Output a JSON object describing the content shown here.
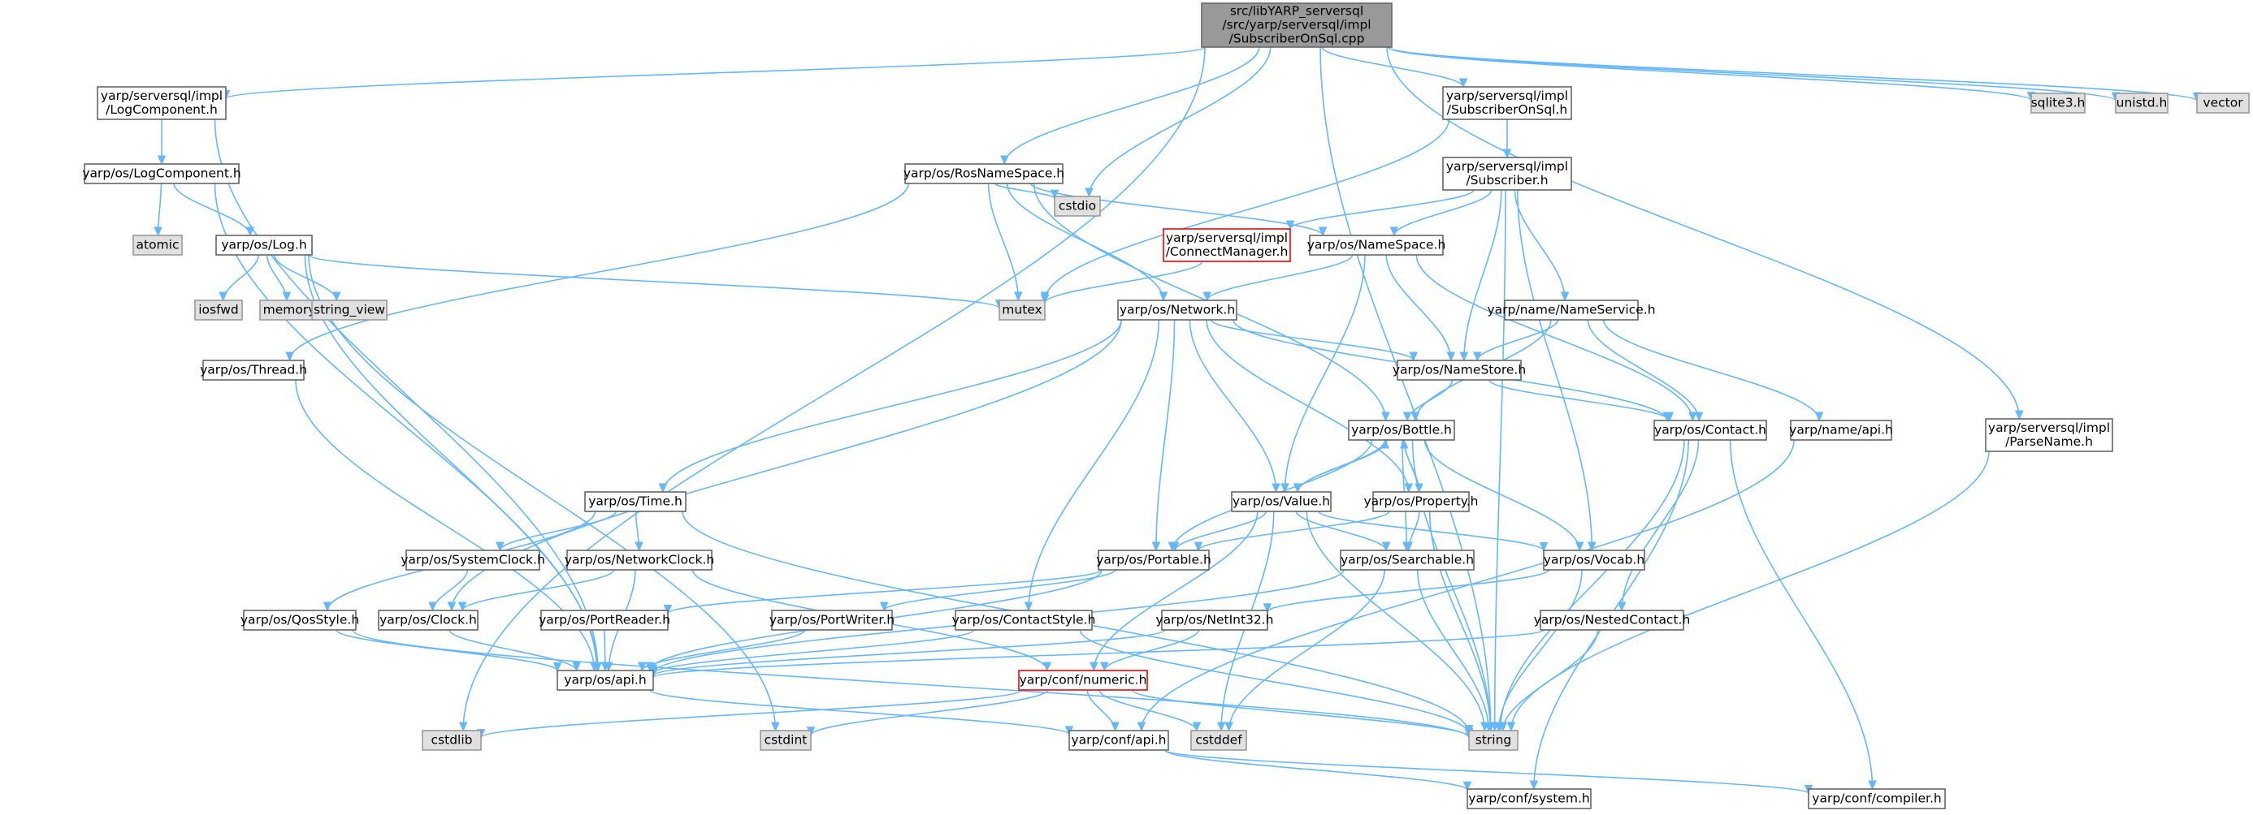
{
  "colors": {
    "edge": "#63b8ff",
    "node_fill": "#ffffff",
    "node_border": "#666666",
    "external_fill": "#e0e0e0",
    "external_border": "#999999",
    "root_fill": "#999999",
    "root_border": "#666666",
    "truncated_border": "#ff0000"
  },
  "nodes": [
    {
      "id": "root",
      "kind": "root",
      "lines": [
        "src/libYARP_serversql",
        "/src/yarp/serversql/impl",
        "/SubscriberOnSql.cpp"
      ]
    },
    {
      "id": "log_component_impl",
      "kind": "normal",
      "lines": [
        "yarp/serversql/impl",
        "/LogComponent.h"
      ]
    },
    {
      "id": "subscriber_on_sql_h",
      "kind": "normal",
      "lines": [
        "yarp/serversql/impl",
        "/SubscriberOnSql.h"
      ]
    },
    {
      "id": "sqlite3",
      "kind": "external",
      "lines": [
        "sqlite3.h"
      ]
    },
    {
      "id": "unistd",
      "kind": "external",
      "lines": [
        "unistd.h"
      ]
    },
    {
      "id": "vector",
      "kind": "external",
      "lines": [
        "vector"
      ]
    },
    {
      "id": "log_component",
      "kind": "normal",
      "lines": [
        "yarp/os/LogComponent.h"
      ]
    },
    {
      "id": "ros_name_space",
      "kind": "normal",
      "lines": [
        "yarp/os/RosNameSpace.h"
      ]
    },
    {
      "id": "subscriber_h",
      "kind": "normal",
      "lines": [
        "yarp/serversql/impl",
        "/Subscriber.h"
      ]
    },
    {
      "id": "cstdio",
      "kind": "external",
      "lines": [
        "cstdio"
      ]
    },
    {
      "id": "atomic",
      "kind": "external",
      "lines": [
        "atomic"
      ]
    },
    {
      "id": "log_h",
      "kind": "normal",
      "lines": [
        "yarp/os/Log.h"
      ]
    },
    {
      "id": "connect_manager",
      "kind": "truncated",
      "lines": [
        "yarp/serversql/impl",
        "/ConnectManager.h"
      ]
    },
    {
      "id": "name_space",
      "kind": "normal",
      "lines": [
        "yarp/os/NameSpace.h"
      ]
    },
    {
      "id": "iosfwd",
      "kind": "external",
      "lines": [
        "iosfwd"
      ]
    },
    {
      "id": "memory",
      "kind": "external",
      "lines": [
        "memory"
      ]
    },
    {
      "id": "string_view",
      "kind": "external",
      "lines": [
        "string_view"
      ]
    },
    {
      "id": "mutex",
      "kind": "external",
      "lines": [
        "mutex"
      ]
    },
    {
      "id": "network_h",
      "kind": "normal",
      "lines": [
        "yarp/os/Network.h"
      ]
    },
    {
      "id": "name_service",
      "kind": "normal",
      "lines": [
        "yarp/name/NameService.h"
      ]
    },
    {
      "id": "thread_h",
      "kind": "normal",
      "lines": [
        "yarp/os/Thread.h"
      ]
    },
    {
      "id": "name_store",
      "kind": "normal",
      "lines": [
        "yarp/os/NameStore.h"
      ]
    },
    {
      "id": "bottle_h",
      "kind": "normal",
      "lines": [
        "yarp/os/Bottle.h"
      ]
    },
    {
      "id": "contact_h",
      "kind": "normal",
      "lines": [
        "yarp/os/Contact.h"
      ]
    },
    {
      "id": "name_api",
      "kind": "normal",
      "lines": [
        "yarp/name/api.h"
      ]
    },
    {
      "id": "parse_name",
      "kind": "normal",
      "lines": [
        "yarp/serversql/impl",
        "/ParseName.h"
      ]
    },
    {
      "id": "time_h",
      "kind": "normal",
      "lines": [
        "yarp/os/Time.h"
      ]
    },
    {
      "id": "value_h",
      "kind": "normal",
      "lines": [
        "yarp/os/Value.h"
      ]
    },
    {
      "id": "property_h",
      "kind": "normal",
      "lines": [
        "yarp/os/Property.h"
      ]
    },
    {
      "id": "system_clock",
      "kind": "normal",
      "lines": [
        "yarp/os/SystemClock.h"
      ]
    },
    {
      "id": "network_clock",
      "kind": "normal",
      "lines": [
        "yarp/os/NetworkClock.h"
      ]
    },
    {
      "id": "portable_h",
      "kind": "normal",
      "lines": [
        "yarp/os/Portable.h"
      ]
    },
    {
      "id": "searchable_h",
      "kind": "normal",
      "lines": [
        "yarp/os/Searchable.h"
      ]
    },
    {
      "id": "vocab_h",
      "kind": "normal",
      "lines": [
        "yarp/os/Vocab.h"
      ]
    },
    {
      "id": "qos_style",
      "kind": "normal",
      "lines": [
        "yarp/os/QosStyle.h"
      ]
    },
    {
      "id": "clock_h",
      "kind": "normal",
      "lines": [
        "yarp/os/Clock.h"
      ]
    },
    {
      "id": "port_reader",
      "kind": "normal",
      "lines": [
        "yarp/os/PortReader.h"
      ]
    },
    {
      "id": "port_writer",
      "kind": "normal",
      "lines": [
        "yarp/os/PortWriter.h"
      ]
    },
    {
      "id": "contact_style",
      "kind": "normal",
      "lines": [
        "yarp/os/ContactStyle.h"
      ]
    },
    {
      "id": "net_int32",
      "kind": "normal",
      "lines": [
        "yarp/os/NetInt32.h"
      ]
    },
    {
      "id": "nested_contact",
      "kind": "normal",
      "lines": [
        "yarp/os/NestedContact.h"
      ]
    },
    {
      "id": "os_api",
      "kind": "normal",
      "lines": [
        "yarp/os/api.h"
      ]
    },
    {
      "id": "conf_numeric",
      "kind": "truncated",
      "lines": [
        "yarp/conf/numeric.h"
      ]
    },
    {
      "id": "cstdlib",
      "kind": "external",
      "lines": [
        "cstdlib"
      ]
    },
    {
      "id": "cstdint",
      "kind": "external",
      "lines": [
        "cstdint"
      ]
    },
    {
      "id": "conf_api",
      "kind": "normal",
      "lines": [
        "yarp/conf/api.h"
      ]
    },
    {
      "id": "cstddef",
      "kind": "external",
      "lines": [
        "cstddef"
      ]
    },
    {
      "id": "string",
      "kind": "external",
      "lines": [
        "string"
      ]
    },
    {
      "id": "conf_system",
      "kind": "normal",
      "lines": [
        "yarp/conf/system.h"
      ]
    },
    {
      "id": "conf_compiler",
      "kind": "normal",
      "lines": [
        "yarp/conf/compiler.h"
      ]
    }
  ],
  "edges": [
    [
      "root",
      "log_component_impl"
    ],
    [
      "root",
      "subscriber_on_sql_h"
    ],
    [
      "root",
      "sqlite3"
    ],
    [
      "root",
      "unistd"
    ],
    [
      "root",
      "vector"
    ],
    [
      "root",
      "ros_name_space"
    ],
    [
      "root",
      "cstdio"
    ],
    [
      "root",
      "cstdlib"
    ],
    [
      "root",
      "string"
    ],
    [
      "root",
      "parse_name"
    ],
    [
      "log_component_impl",
      "log_component"
    ],
    [
      "log_component_impl",
      "os_api"
    ],
    [
      "subscriber_on_sql_h",
      "subscriber_h"
    ],
    [
      "subscriber_on_sql_h",
      "mutex"
    ],
    [
      "log_component",
      "atomic"
    ],
    [
      "log_component",
      "log_h"
    ],
    [
      "log_component",
      "os_api"
    ],
    [
      "log_h",
      "iosfwd"
    ],
    [
      "log_h",
      "memory"
    ],
    [
      "log_h",
      "string_view"
    ],
    [
      "log_h",
      "mutex"
    ],
    [
      "log_h",
      "os_api"
    ],
    [
      "log_h",
      "cstdint"
    ],
    [
      "ros_name_space",
      "cstdio"
    ],
    [
      "ros_name_space",
      "mutex"
    ],
    [
      "ros_name_space",
      "name_space"
    ],
    [
      "ros_name_space",
      "network_h"
    ],
    [
      "ros_name_space",
      "thread_h"
    ],
    [
      "ros_name_space",
      "bottle_h"
    ],
    [
      "subscriber_h",
      "connect_manager"
    ],
    [
      "subscriber_h",
      "name_space"
    ],
    [
      "subscriber_h",
      "name_store"
    ],
    [
      "subscriber_h",
      "name_service"
    ],
    [
      "subscriber_h",
      "vocab_h"
    ],
    [
      "subscriber_h",
      "string"
    ],
    [
      "connect_manager",
      "mutex"
    ],
    [
      "name_space",
      "network_h"
    ],
    [
      "name_space",
      "name_store"
    ],
    [
      "name_space",
      "value_h"
    ],
    [
      "name_space",
      "contact_h"
    ],
    [
      "network_h",
      "name_store"
    ],
    [
      "network_h",
      "contact_h"
    ],
    [
      "network_h",
      "time_h"
    ],
    [
      "network_h",
      "clock_h"
    ],
    [
      "network_h",
      "portable_h"
    ],
    [
      "network_h",
      "value_h"
    ],
    [
      "network_h",
      "property_h"
    ],
    [
      "network_h",
      "contact_style"
    ],
    [
      "name_service",
      "name_store"
    ],
    [
      "name_service",
      "contact_h"
    ],
    [
      "name_service",
      "bottle_h"
    ],
    [
      "name_service",
      "name_api"
    ],
    [
      "thread_h",
      "os_api"
    ],
    [
      "name_store",
      "bottle_h"
    ],
    [
      "name_store",
      "contact_h"
    ],
    [
      "bottle_h",
      "value_h"
    ],
    [
      "bottle_h",
      "property_h"
    ],
    [
      "bottle_h",
      "portable_h"
    ],
    [
      "bottle_h",
      "searchable_h"
    ],
    [
      "bottle_h",
      "vocab_h"
    ],
    [
      "bottle_h",
      "string"
    ],
    [
      "value_h",
      "bottle_h"
    ],
    [
      "value_h",
      "portable_h"
    ],
    [
      "value_h",
      "searchable_h"
    ],
    [
      "value_h",
      "vocab_h"
    ],
    [
      "value_h",
      "conf_numeric"
    ],
    [
      "value_h",
      "cstddef"
    ],
    [
      "value_h",
      "string"
    ],
    [
      "property_h",
      "bottle_h"
    ],
    [
      "property_h",
      "portable_h"
    ],
    [
      "property_h",
      "searchable_h"
    ],
    [
      "property_h",
      "string"
    ],
    [
      "contact_h",
      "nested_contact"
    ],
    [
      "contact_h",
      "string"
    ],
    [
      "contact_h",
      "conf_system"
    ],
    [
      "contact_h",
      "conf_compiler"
    ],
    [
      "name_api",
      "conf_api"
    ],
    [
      "parse_name",
      "string"
    ],
    [
      "time_h",
      "system_clock"
    ],
    [
      "time_h",
      "network_clock"
    ],
    [
      "time_h",
      "qos_style"
    ],
    [
      "time_h",
      "string"
    ],
    [
      "system_clock",
      "clock_h"
    ],
    [
      "network_clock",
      "clock_h"
    ],
    [
      "network_clock",
      "os_api"
    ],
    [
      "network_clock",
      "conf_numeric"
    ],
    [
      "portable_h",
      "port_reader"
    ],
    [
      "portable_h",
      "port_writer"
    ],
    [
      "portable_h",
      "os_api"
    ],
    [
      "searchable_h",
      "os_api"
    ],
    [
      "searchable_h",
      "cstddef"
    ],
    [
      "searchable_h",
      "string"
    ],
    [
      "vocab_h",
      "net_int32"
    ],
    [
      "vocab_h",
      "string"
    ],
    [
      "qos_style",
      "os_api"
    ],
    [
      "qos_style",
      "string"
    ],
    [
      "clock_h",
      "os_api"
    ],
    [
      "port_reader",
      "os_api"
    ],
    [
      "port_writer",
      "os_api"
    ],
    [
      "contact_style",
      "os_api"
    ],
    [
      "contact_style",
      "string"
    ],
    [
      "net_int32",
      "conf_numeric"
    ],
    [
      "net_int32",
      "os_api"
    ],
    [
      "nested_contact",
      "os_api"
    ],
    [
      "nested_contact",
      "string"
    ],
    [
      "os_api",
      "conf_api"
    ],
    [
      "conf_numeric",
      "cstdlib"
    ],
    [
      "conf_numeric",
      "cstdint"
    ],
    [
      "conf_numeric",
      "cstddef"
    ],
    [
      "conf_numeric",
      "conf_api"
    ],
    [
      "conf_numeric",
      "string"
    ],
    [
      "conf_api",
      "conf_system"
    ],
    [
      "conf_api",
      "conf_compiler"
    ]
  ]
}
